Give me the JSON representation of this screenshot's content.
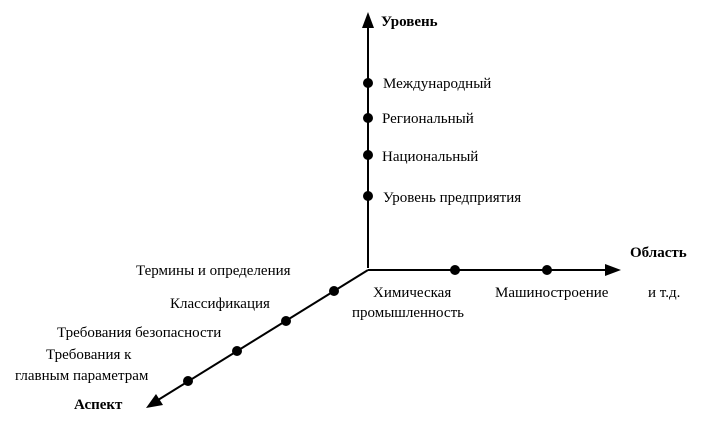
{
  "axes": {
    "vertical": {
      "label": "Уровень"
    },
    "horizontal": {
      "label": "Область"
    },
    "diagonal": {
      "label": "Аспект"
    }
  },
  "levels": [
    "Международный",
    "Региональный",
    "Национальный",
    "Уровень предприятия"
  ],
  "areas": {
    "chemical_line1": "Химическая",
    "chemical_line2": "промышленность",
    "machine": "Машиностроение",
    "etc": "и т.д."
  },
  "aspects": {
    "terms": "Термины и определения",
    "classification": "Классификация",
    "safety": "Требования безопасности",
    "main_params_line1": "Требования к",
    "main_params_line2": "главным параметрам"
  }
}
